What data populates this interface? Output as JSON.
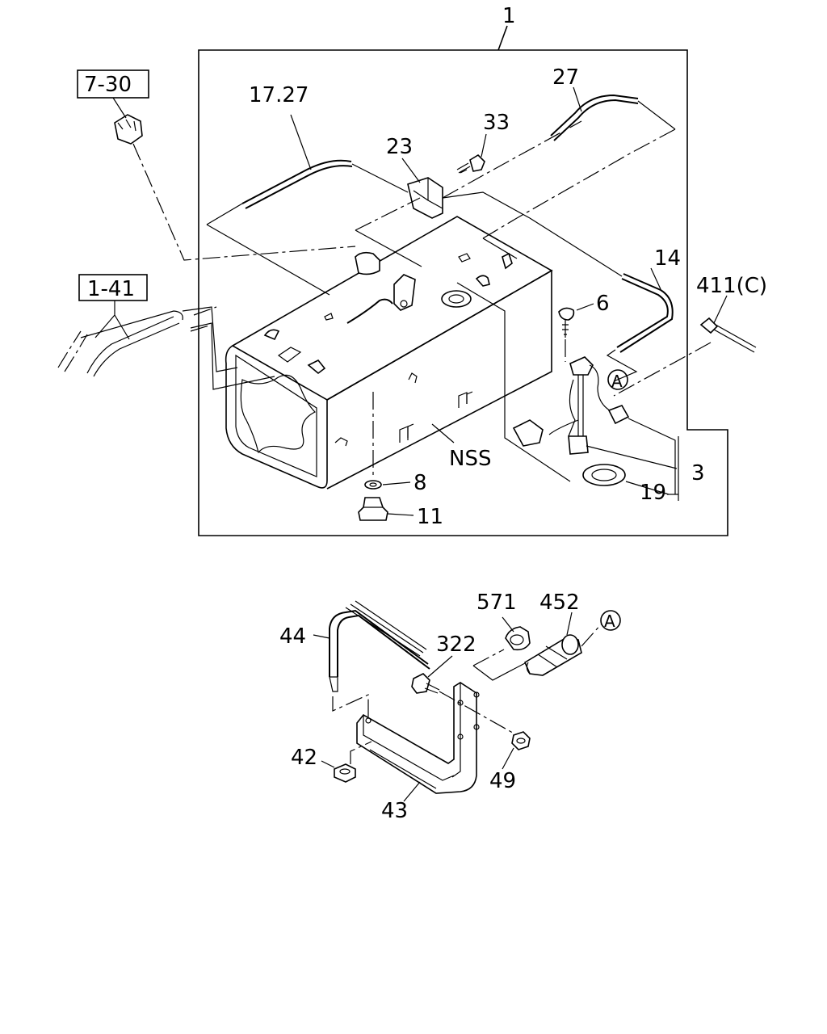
{
  "diagram": {
    "callouts": {
      "c1": "1",
      "c7_30": "7-30",
      "c17_27": "17.27",
      "c27": "27",
      "c33": "33",
      "c23": "23",
      "c14": "14",
      "c411c": "411(C)",
      "c1_41": "1-41",
      "c6": "6",
      "cA_top": "A",
      "cNSS": "NSS",
      "c3": "3",
      "c8": "8",
      "c19": "19",
      "c11": "11",
      "c571": "571",
      "c452": "452",
      "cA_bottom": "A",
      "c44": "44",
      "c322": "322",
      "c42": "42",
      "c49": "49",
      "c43": "43"
    }
  }
}
